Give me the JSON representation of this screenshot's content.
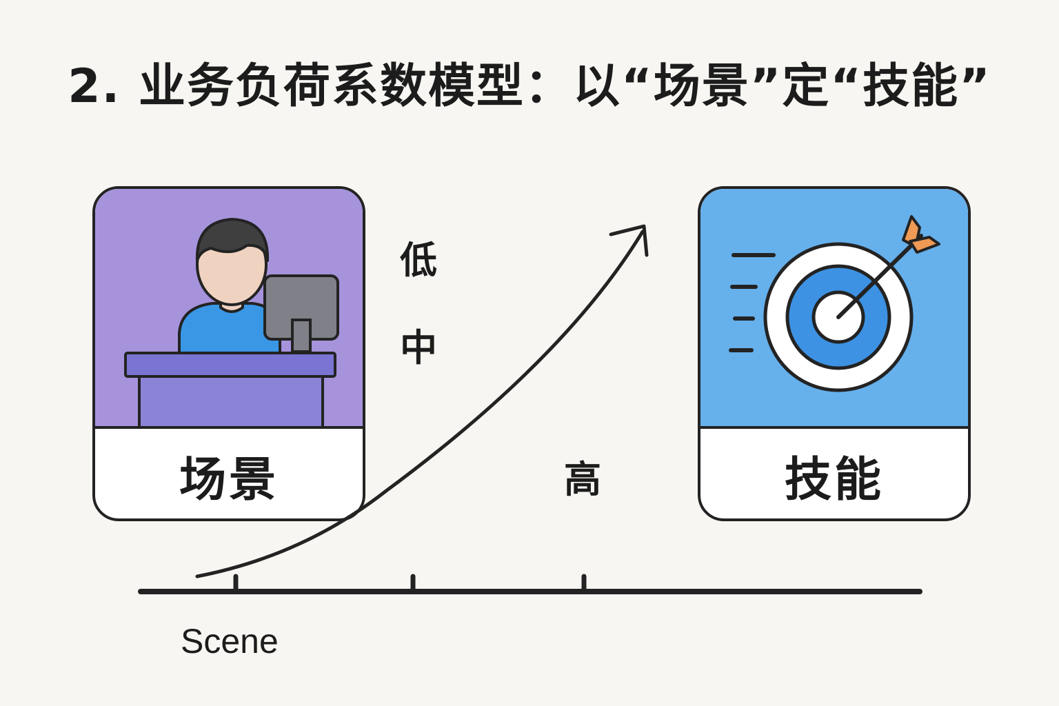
{
  "title": "2. 业务负荷系数模型：以“场景”定“技能”",
  "cards": {
    "scene": {
      "label": "场景",
      "icon": "person-at-computer-icon",
      "color": "#a693dc"
    },
    "skill": {
      "label": "技能",
      "icon": "target-with-arrow-icon",
      "color": "#66b0ec"
    }
  },
  "levels": {
    "low": "低",
    "mid": "中",
    "high": "高"
  },
  "axis": {
    "label": "Scene"
  }
}
